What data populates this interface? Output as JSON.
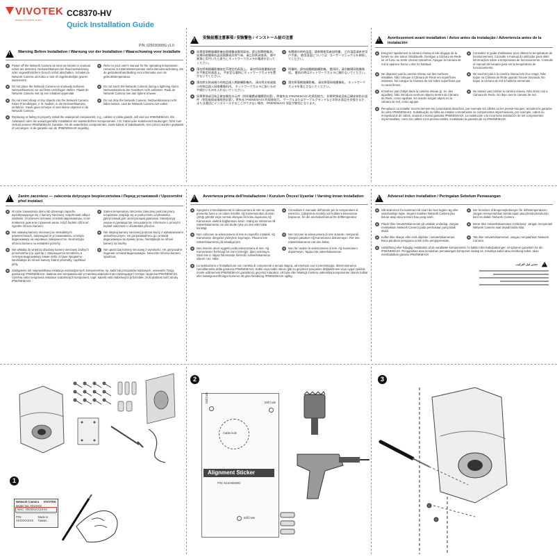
{
  "header": {
    "brand": "VIVOTEK",
    "brand_tagline": "www.vivotek.com",
    "model": "CC8370-HV",
    "title": "Quick Installation Guide",
    "part_number": "P/N: 625030300G v1.0"
  },
  "sections": {
    "en_de_fr": {
      "title": "Warning Before Installation / Warnung vor der Installation / Waarschuwing voor installatie",
      "items": [
        "Power off the Network Camera as soon as smoke or unusual odors are detected. Netzwerkkamera bei Rauchentwicklung oder ungewöhnlichem Geruch sofort abschalten. Schakel de Network Camera uit zodra u rook of ongebruikelijke geuren waarneemt.",
        "Refer to your user's manual for the operating temperature. Hinweise zur Betriebstemperatur siehe Benutzeranleitung. Zie de gebruikershandleiding voor informatie over de gebruikstemperatuur.",
        "Do not place the Network Camera on unsteady surfaces. Netzwerkkamera nur auf feste Unterlagen stellen. Plaats de Network Camera niet op een instabiel oppervlak.",
        "Do not touch the Network Camera during a lightning storm. Netzwerkkamera bei Gewittern nicht anfassen. Raak de Network Camera niet aan tijdens onweer.",
        "Do not insert sharp or tiny objects into the Network Camera. Keine Fremdkörper, z. B. Nadeln, in die Netzwerkkamera einführen. Steek geen scherpe of zeer kleine objecten in de Network Camera.",
        "Do not drop the Network Camera. Netzwerkkamera nicht fallen lassen. Laat de Network Camera niet vallen.",
        "Replacing or failing to properly install the waterproof components, e.g., cables or cable glands, will void our IP66/NEMA4X. Ein Austausch oder die unsachgemäße Installation der wasserdichten Komponenten, z.B. Kabel oder Kabelverschraubungen, führt zum Verlust unserer IP66/NEMA4X Garantie. Als de waterdichte componenten, zoals kabels of kabelwartels, niet correct worden geplaatst of vervangen, is de garantie van de IP66/NEMA4X ongeldig."
      ]
    },
    "cjk": {
      "title": "安裝前應注意事項 / 安裝警告 / インストール前の注意",
      "items": [
        "如果發現網路攝影機出現煙霧或異常氣味，請立即關閉電源。 如果网络摄像机出现烟雾或异常气味，请立即关闭电源。 煙や異臭に気付いたら直ちにネットワークカメラの電源を切ってください。",
        "有關操作時的溫度，請參閱使用者說明書。 工作温度请参考用户手册。 使用温度については、ユーザーマニュアルを参照してください。",
        "請勿將網路攝影機放在不穩定的表面上。 请勿将网络摄像机放在不稳定的表面上。 不安定な場所にネットワークカメラを置かないでください。",
        "閃電時，請勿碰觸網路攝影機。 雷雨时，请勿触摸网络摄像机。 雷雨の時はネットワークカメラに触れないでください。",
        "請勿將尖銳或細小的物品插入網路攝影機內。 请勿将尖锐或细小的物品插入网络摄像机内。 ネットワークカメラに鋭いものや細かいものを入れないでください。",
        "請勿摔落網路攝影機。 请勿摔落网络摄像机。 ネットワークカメラを落とさないでください。",
        "如果更換或沒有正確安裝防水元件（例如電纜或電纜密封套），將會失去 IP66/NEMA4X 的保固效力。 如果更换或没有正确安装防水组件（例如电缆或电缆密封套），将失去 IP66/NEMA4X 的保修效力。 ケーブルまたはケーブルグランドなどの防水部品を交換するか、または適切にインストールすることができない場合、IP66/NEMA4X 保証が無効になります。"
      ]
    },
    "fr_pt_es": {
      "title": "Avertissement avant installation / Aviso antes da instalação / Advertencia antes de la instalación",
      "items": [
        "Éteignez rapidement la caméra réseau si elle dégage de la fumée ou une odeur inhabituelle. Desligue a Câmara de Rede se vir fumo ou sentir cheiros estranhos. Apague la Cámara de red si aparece humo u olor no habitual.",
        "Consultez le guide d'utilisateur pour obtenir la température de fonctionnement. Consulte o manual do utilizador para obter informações sobre a temperatura de funcionamento. Consulte el manual del usuario para ver la temperatura de funcionamiento.",
        "Ne disposez pas la caméra réseau sur des surfaces instables. Não coloque a Câmara de Rede em superfícies instáveis. No coloque la Cámara de red sobre superficies que no sean firmes.",
        "Ne touchez pas à la caméra réseau lors d'un orage. Não toque na Câmara de Rede quando houver trovoada. No toque la cámara de red si hubiera tormentas.",
        "N'insérez pas d'objet dans la caméra réseau (p. ex. des aiguilles). Não introduza nenhum objecto dentro da Câmara de Rede, como agulhas. No inserte ningún objeto en la cámara de red, como agujas.",
        "Ne laissez pas tomber la caméra réseau. Não deixe cair a Câmara de Rede. No deje caer la cámara de red.",
        "Remplacer ou installer incorrectement les composants étanches, par exemple les câbles ou les presse-étoupes, annulera la garantie de votre IP66/NEMA4X. Substituição ou falha ao instalar corretamente os componentes impermeáveis, por exemplo, cabos ou receptáculos de cabos, anulará a nossa garantia IP66/NEMA4X. La sustitución o la incorrecta instalación de los componentes impermeables, como los cables o los prensa-cables, invalidarán la garantía de su IP66/NEMA4X."
      ]
    },
    "pl_ru_cz": {
      "title": "Zanim zaczniesz — zalecenia dotyczące bezpieczeństwa / Перед установкой / Upozornění před instalací",
      "items": [
        "W razie zauważenia dymu lub dziwnego zapachu wydobywającego się z kamery sieciowej, natychmiast odłącz zasilanie. Отключите питание сетевой видеокамеры, если появился дым или странный запах. Když budete cítit kouř, vypněte síťovou kameru.",
        "Zakres temperatury otoczenia zalecanej podczas pracy urządzenia znajduje się w podręczniku użytkownika. Допустимый для эксплуатации диапазон температур указан в руководстве пользователя. Informace o provozní teplotě naleznete v uživatelské příručce.",
        "Nie ustawiaj kamery sieciowej na niestabilnych powierzchniach. Запрещается устанавливать сетевую видеокамеру на неровных поверхностях. Neumisťujte síťovou kameru na nestabilní povrchy.",
        "Nie dotykaj kamery sieciowej podczas burzy z wyładowaniami atmosferycznymi. Не дотрагивайтесь до сетевой видеокамеры во время грозы. Nedotýkejte se síťové kamery za bouřky.",
        "Nie wkładaj do wnętrza obudowy kamery sieciowej żadnych przedmiotów (np. igieł itp.). Запрещается вставлять в сетевую видеокамеру какие-либо острые предметы. Nevkládejte do síťové kamery žádné předměty, například jehly.",
        "Nie upuszczaj kamery sieciowej z wysokości. Не допускайте падения сетевой видеокамеры. Nenechte síťovou kameru spadnout.",
        "Zastąpienie lub nieprawidłowa instalacja wodoodpornych komponentów, np. kabli lub przepustów kablowych, unieważni Twoją gwarancję IP66/NEMA4X. Замена или неправильная установка компонентов спровоцирует потерю гарантии IP66/NEMA4X. Výměna nebo nesprávná instalace vodotěsných komponent, např. kabelů nebo kabelových průchodek, zruší platnost naší záruky IP66/NEMA4X."
      ]
    },
    "it_tr": {
      "title": "Avvertenza prima dell'installazione / Kurulum Öncesi Uyarılar / Varning innan installation",
      "items": [
        "Spegnere immediatamente la videocamera di rete se questa presenta fumo o un odore insolito. Ağ Kamerasından duman çıktığı görülür veya normal olmayan bir koku duyulursa Ağ Kamerasını elektrik bağlantısını kesin. Stäng av strömmen till nätverkskameran om det skulle ryka om den eller lukta konstigt.",
        "Consultare il manuale dell'utente per le temperature di esercizio. Çalıştırma ısısıdığı için kullanım kılavuzuna başvurun. Se din användarmanual för drifttemperatur.",
        "Non collocare la videocamera di rete su superfici instabili. Ağ Kamerasını dengesiz yüzeylere koymayın. Placera inte nätverkskameran på ostadiga ytor.",
        "Non toccare la videocamera di rete durante i temporali. Şimşek çakarken Ağ Kamerasına dokunmayın. Rör inte nätverkskameran när den åskar.",
        "Non inserire alcun oggetto nella videocamera di rete. Ağ Kamerasının herhangi bir cismi (örneğin, iğne) sokmayın. Stick inte in några främmande föremål i nätverkskameran såsom t.ex. nålar.",
        "Non far cadere la videocamera di rete. Ağ Kamerasını düşürmeyin. Tappa inte nätverkskameran.",
        "La sostituzione o l'installazione non corretta di componenti a tenuta stagna, ad esempio cavi o premistoppa, determineranno l'annullamento della garanzia IP66/NEMA4X. Kablo veya kablo rakoru gibi su geçirmez parçaların değiştirilmesi veya uygun şekilde monte edilmemesi IP66/NEMA4X garantimizi geçersiz kılacaktır. Att byta eller felaktigt montera vattentäta komponenter såsom kablar eller kabelgenomföringar kommer att göra försäkring IP66/NEMA4X ogiltig."
      ]
    },
    "id_sv": {
      "title": "Advarsel inden installation / Peringatan Sebelum Pemasangan",
      "items": [
        "Slå strømmen fra kameraet så snart der kan lugtes røg eller usædvanlige lugte. Segera matikan Network Camera jika keluar asap atau tercium bau yang aneh.",
        "Der henvises til brugervejledningen for driftstemperaturen. Jangan menyentuhkan benda tajam atau benda berukuran kecil ke dalam Network Camera.",
        "Placér ikke netværkskameraet på ustabile underlag. Jangan meletakkan Network Camera pada permukaan yang tidak stabil.",
        "Berør ikke netværkskameraet i tordenvejr. Jangan menyentuh Network Camera saat terjadi badai kilat.",
        "Indfør ikke skarpe eller små objekter i netværkskameraet. Baca panduan pengguna untuk suhu pengoperasian.",
        "Tab ikke netværkskameraet. Jangan menjatuhkan Network Camera.",
        "Udskiftning eller fejlagtig installation af de vandtætte komponenter, fx kabler eller kabelpakninger, vil ophæve garantien for din IP66/NEMA4X. Penggantian atau kesalahan pemasangan komponen kedap air, misalnya kabel atau selubung kabel, akan membatalkan garansi IP66/NEMA4X."
      ]
    }
  },
  "arabic_block": {
    "text": "تحذير قبل التركيب"
  },
  "steps": {
    "step1": "1",
    "step2": "2",
    "step3": "3",
    "label": {
      "title": "Network Camera",
      "brand": "VIVOTEK",
      "model": "Model No: XXXXXX",
      "mac": "MAC: 0002D1XXXXXX",
      "bottom_left": "P/N: XXXXXXXXX",
      "bottom_right": "Made in Taiwan"
    },
    "sticker": {
      "drill_a": "Drill hole",
      "drill_b": "Drill hole",
      "drill_c": "Drill hole",
      "cable_hole": "Cable hole",
      "title": "Alignment Sticker",
      "pn": "P/N: 621040000G"
    }
  }
}
